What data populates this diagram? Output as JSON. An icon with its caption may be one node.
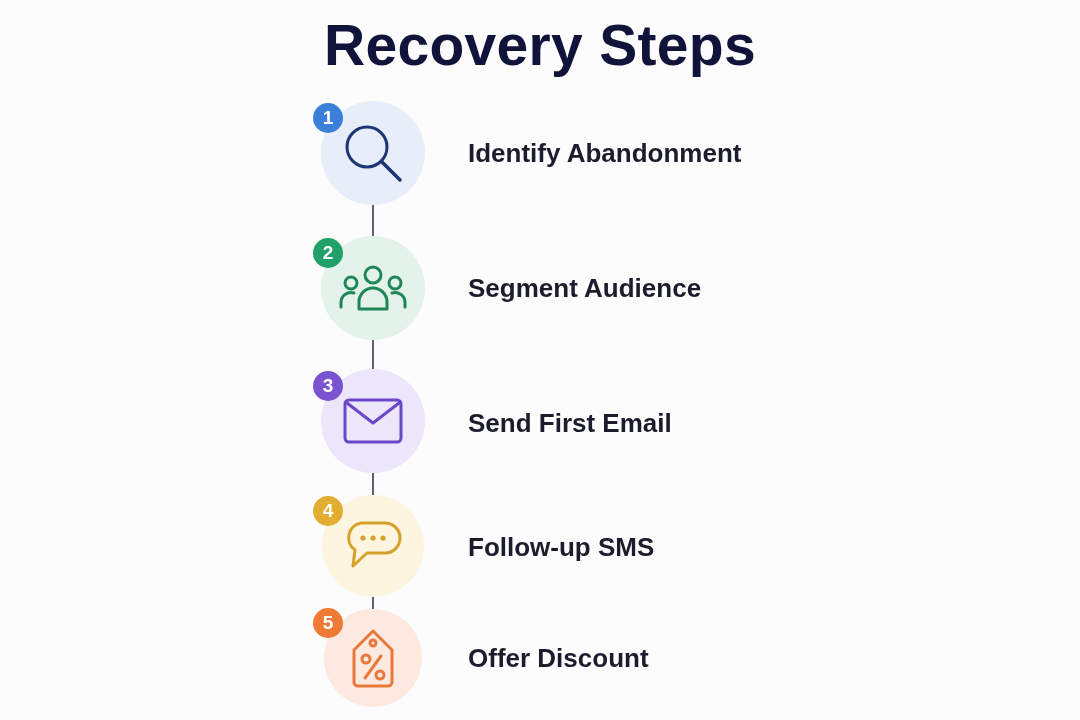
{
  "diagram": {
    "title": "Recovery Steps",
    "nodes": [
      {
        "text": [
          "1"
        ],
        "beside": [
          "Identify Abandonment"
        ]
      },
      {
        "text": [
          "2"
        ],
        "beside": [
          "Segment Audience"
        ]
      },
      {
        "text": [
          "3"
        ],
        "beside": [
          "Send First Email"
        ]
      },
      {
        "text": [
          "4"
        ],
        "beside": [
          "Follow-up SMS"
        ]
      },
      {
        "text": [
          "5"
        ],
        "beside": [
          "Offer Discount"
        ]
      }
    ],
    "edges": [
      {
        "from": 0,
        "to": 1,
        "arrow": "none"
      },
      {
        "from": 1,
        "to": 2,
        "arrow": "none"
      },
      {
        "from": 2,
        "to": 3,
        "arrow": "none"
      },
      {
        "from": 3,
        "to": 4,
        "arrow": "none"
      }
    ]
  }
}
